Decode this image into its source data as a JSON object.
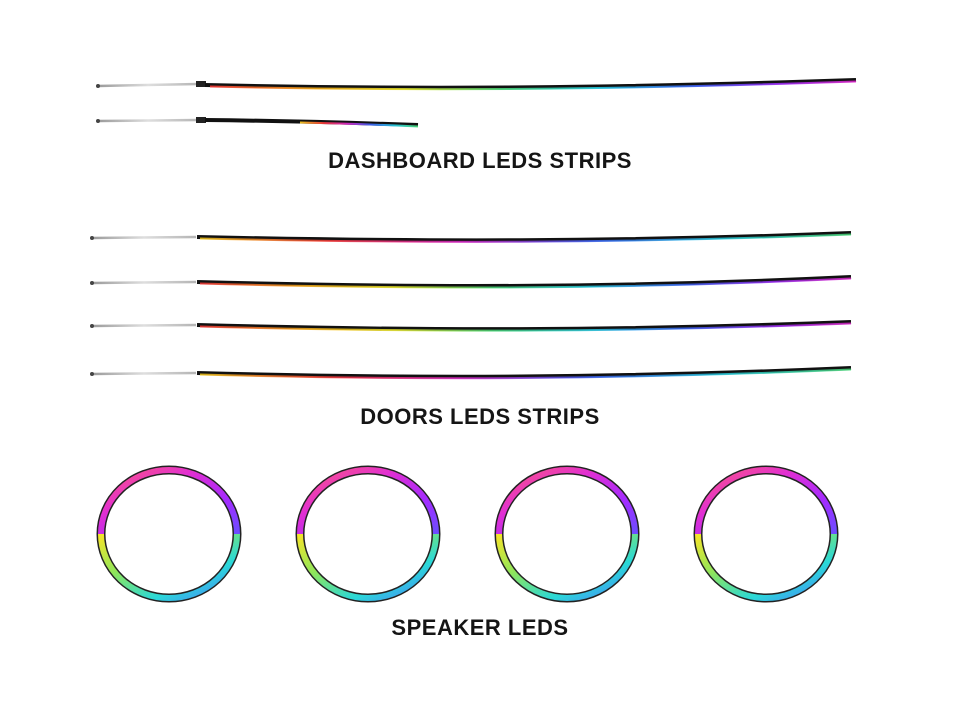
{
  "sections": {
    "dashboard": {
      "label": "DASHBOARD LEDS STRIPS"
    },
    "doors": {
      "label": "DOORS LEDS STRIPS"
    },
    "speaker": {
      "label": "SPEAKER LEDS"
    }
  },
  "colors": {
    "background": "#ffffff",
    "cable": "#111111",
    "lead_wire": "#c8c8c8",
    "rgb_spectrum": [
      "#ff2a2a",
      "#ff9a1a",
      "#f5ec2a",
      "#4be07a",
      "#2ad6e6",
      "#3a6dff",
      "#9a2cff",
      "#e62cd0"
    ]
  }
}
